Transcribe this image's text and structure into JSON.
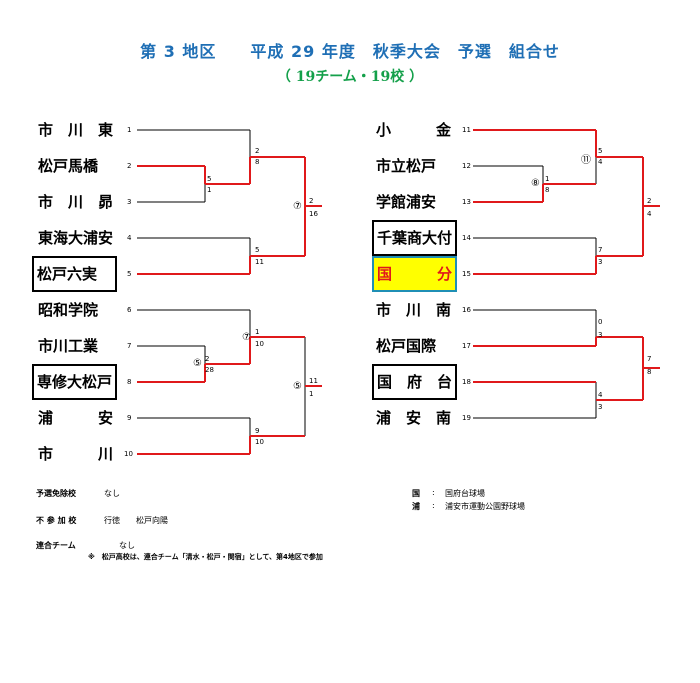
{
  "header": {
    "title": "第 3 地区　　平成 29 年度　秋季大会　予選　組合せ",
    "subtitle": "（ 19チーム・19校 ）"
  },
  "teams": [
    {
      "name": "市　川　東",
      "seed": "1"
    },
    {
      "name": "松戸馬橋",
      "seed": "2"
    },
    {
      "name": "市　川　昴",
      "seed": "3"
    },
    {
      "name": "東海大浦安",
      "seed": "4"
    },
    {
      "name": "松戸六実",
      "seed": "5"
    },
    {
      "name": "昭和学院",
      "seed": "6"
    },
    {
      "name": "市川工業",
      "seed": "7"
    },
    {
      "name": "専修大松戸",
      "seed": "8"
    },
    {
      "name": "浦　　　安",
      "seed": "9"
    },
    {
      "name": "市　　　川",
      "seed": "10"
    },
    {
      "name": "小　　　金",
      "seed": "11"
    },
    {
      "name": "市立松戸",
      "seed": "12"
    },
    {
      "name": "学館浦安",
      "seed": "13"
    },
    {
      "name": "千葉商大付",
      "seed": "14"
    },
    {
      "name": "国　　　分",
      "seed": "15"
    },
    {
      "name": "市　川　南",
      "seed": "16"
    },
    {
      "name": "松戸国際",
      "seed": "17"
    },
    {
      "name": "国　府　台",
      "seed": "18"
    },
    {
      "name": "浦　安　南",
      "seed": "19"
    }
  ],
  "scores": {
    "m1_a": "5",
    "m1_b": "1",
    "m2_a": "2",
    "m2_b": "8",
    "m3_a": "5",
    "m3_b": "11",
    "m4_a": "2",
    "m4_b": "16",
    "m5_a": "2",
    "m5_b": "28",
    "m6_a": "1",
    "m6_b": "10",
    "m7_a": "9",
    "m7_b": "10",
    "m8_a": "11",
    "m8_b": "1",
    "m9_a": "1",
    "m9_b": "8",
    "m10_a": "5",
    "m10_b": "4",
    "m11_a": "7",
    "m11_b": "3",
    "m12_a": "2",
    "m12_b": "4",
    "m13_a": "0",
    "m13_b": "3",
    "m14_a": "4",
    "m14_b": "3",
    "m15_a": "7",
    "m15_b": "8"
  },
  "venues": {
    "circle7": "⑦",
    "circle5": "⑤",
    "circle11": "⑪",
    "circle8": "⑧"
  },
  "notes": {
    "exempt_label": "予選免除校",
    "exempt_value": "なし",
    "absent_label": "不 参 加 校",
    "absent_value": "行徳　　松戸向陽",
    "joint_label": "連合チーム",
    "joint_value": "なし",
    "footnote": "※　松戸高校は、連合チーム「清水・松戸・関宿」として、第4地区で参加"
  },
  "legend": {
    "k1": "国",
    "v1": "国府台球場",
    "k2": "浦",
    "v2": "浦安市運動公園野球場",
    "sep": ":"
  },
  "colors": {
    "winner_line": "#e0191b",
    "line": "#000000",
    "title": "#1f6fb5",
    "subtitle": "#14a04a"
  }
}
